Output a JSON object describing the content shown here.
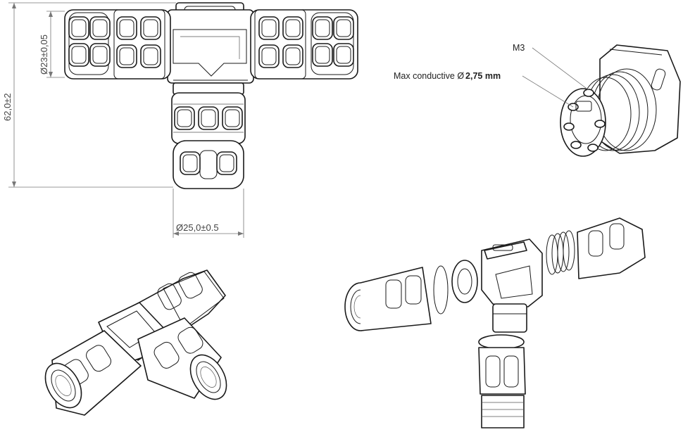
{
  "dimensions": {
    "outer_diameter": "Ø23±0,05",
    "overall_height": "62,0±2",
    "leg_diameter": "Ø25,0±0.5"
  },
  "callouts": {
    "thread": "M3",
    "max_conductive_prefix": "Max conductive Ø",
    "max_conductive_value": "2,75 mm"
  }
}
